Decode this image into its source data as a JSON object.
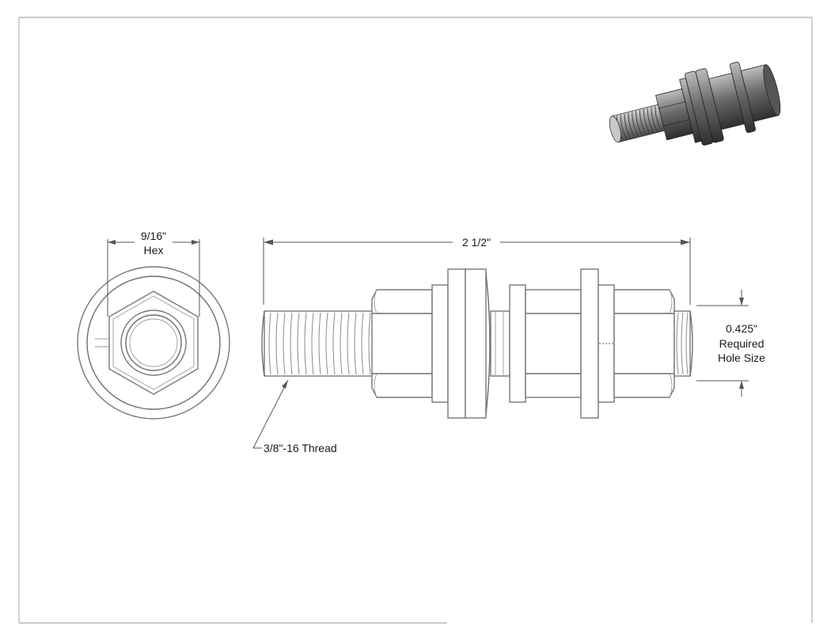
{
  "drawing": {
    "hex_label_size": "9/16\"",
    "hex_label_word": "Hex",
    "length_label": "2 1/2\"",
    "hole_label_size": "0.425\"",
    "hole_label_line2": "Required",
    "hole_label_line3": "Hole Size",
    "thread_label": "3/8\"-16 Thread"
  },
  "colors": {
    "line": "#6e6e6e",
    "iso_dark": "#3c3c3c",
    "iso_light": "#9a9a9a"
  }
}
